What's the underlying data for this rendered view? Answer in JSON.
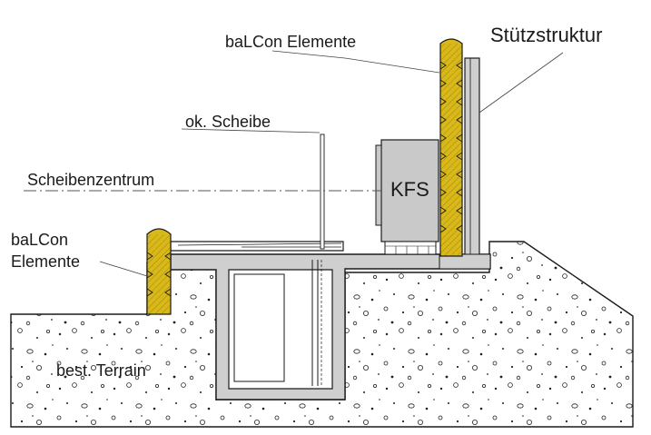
{
  "labels": {
    "balcon_top": "baLCon Elemente",
    "stuetz": "Stützstruktur",
    "scheibe": "ok. Scheibe",
    "zentrum": "Scheibenzentrum",
    "balcon_left_1": "baLCon",
    "balcon_left_2": "Elemente",
    "kfs": "KFS",
    "terrain": "best. Terrain"
  },
  "colors": {
    "ground_fill": "#ffffff",
    "structure_gray": "#cfcfcf",
    "kfs_gray": "#c9c9c9",
    "balcon_yellow": "#d9b81a",
    "outline": "#1a1a1a"
  }
}
